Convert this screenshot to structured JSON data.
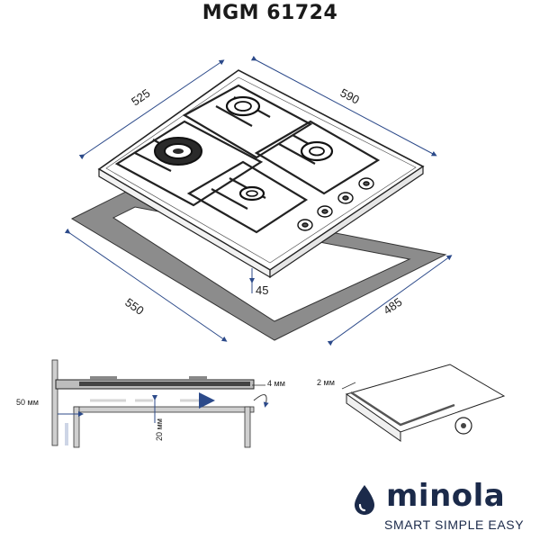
{
  "title": "MGM 61724",
  "dimensions": {
    "width_top": "525",
    "depth_top": "590",
    "height": "45",
    "cutout_width": "550",
    "cutout_depth": "485"
  },
  "installation": {
    "side_gap": "50 мм",
    "bottom_gap": "20 мм",
    "offset": "4 мм",
    "seal": "2 мм"
  },
  "brand": {
    "name": "minola",
    "tagline": "SMART SIMPLE EASY",
    "accent": "#1b2a4a"
  }
}
